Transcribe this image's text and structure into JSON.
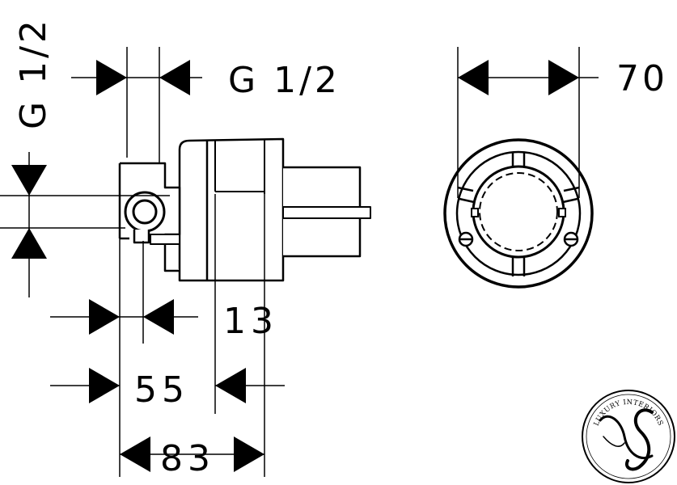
{
  "dimensions": {
    "top_thread": "G 1/2",
    "side_thread": "G 1/2",
    "diameter": "70",
    "offset_13": "13",
    "depth_55": "55",
    "depth_83": "83"
  },
  "watermark": {
    "ring_text": "LUXURY INTERIORS"
  },
  "colors": {
    "line": "#000000",
    "background": "#ffffff"
  }
}
